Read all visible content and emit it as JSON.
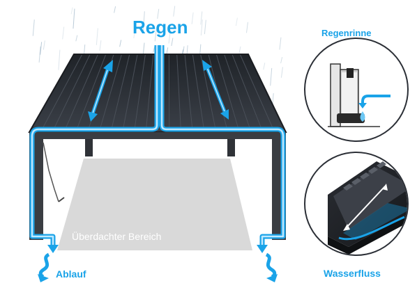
{
  "labels": {
    "rain": "Regen",
    "gutter": "Regenrinne",
    "waterflow": "Wasserfluss",
    "drain": "Ablauf",
    "covered_area": "Überdachter Bereich"
  },
  "colors": {
    "accent": "#1aa3e8",
    "roof": "#2b2f36",
    "frame": "#3a3d42",
    "floor": "#d9d9d9",
    "water": "#6cc8f5"
  },
  "icons": [
    "rain-drops",
    "water-channel-arrow",
    "flow-arrow",
    "drain-arrow",
    "gutter-detail",
    "waterflow-detail"
  ]
}
